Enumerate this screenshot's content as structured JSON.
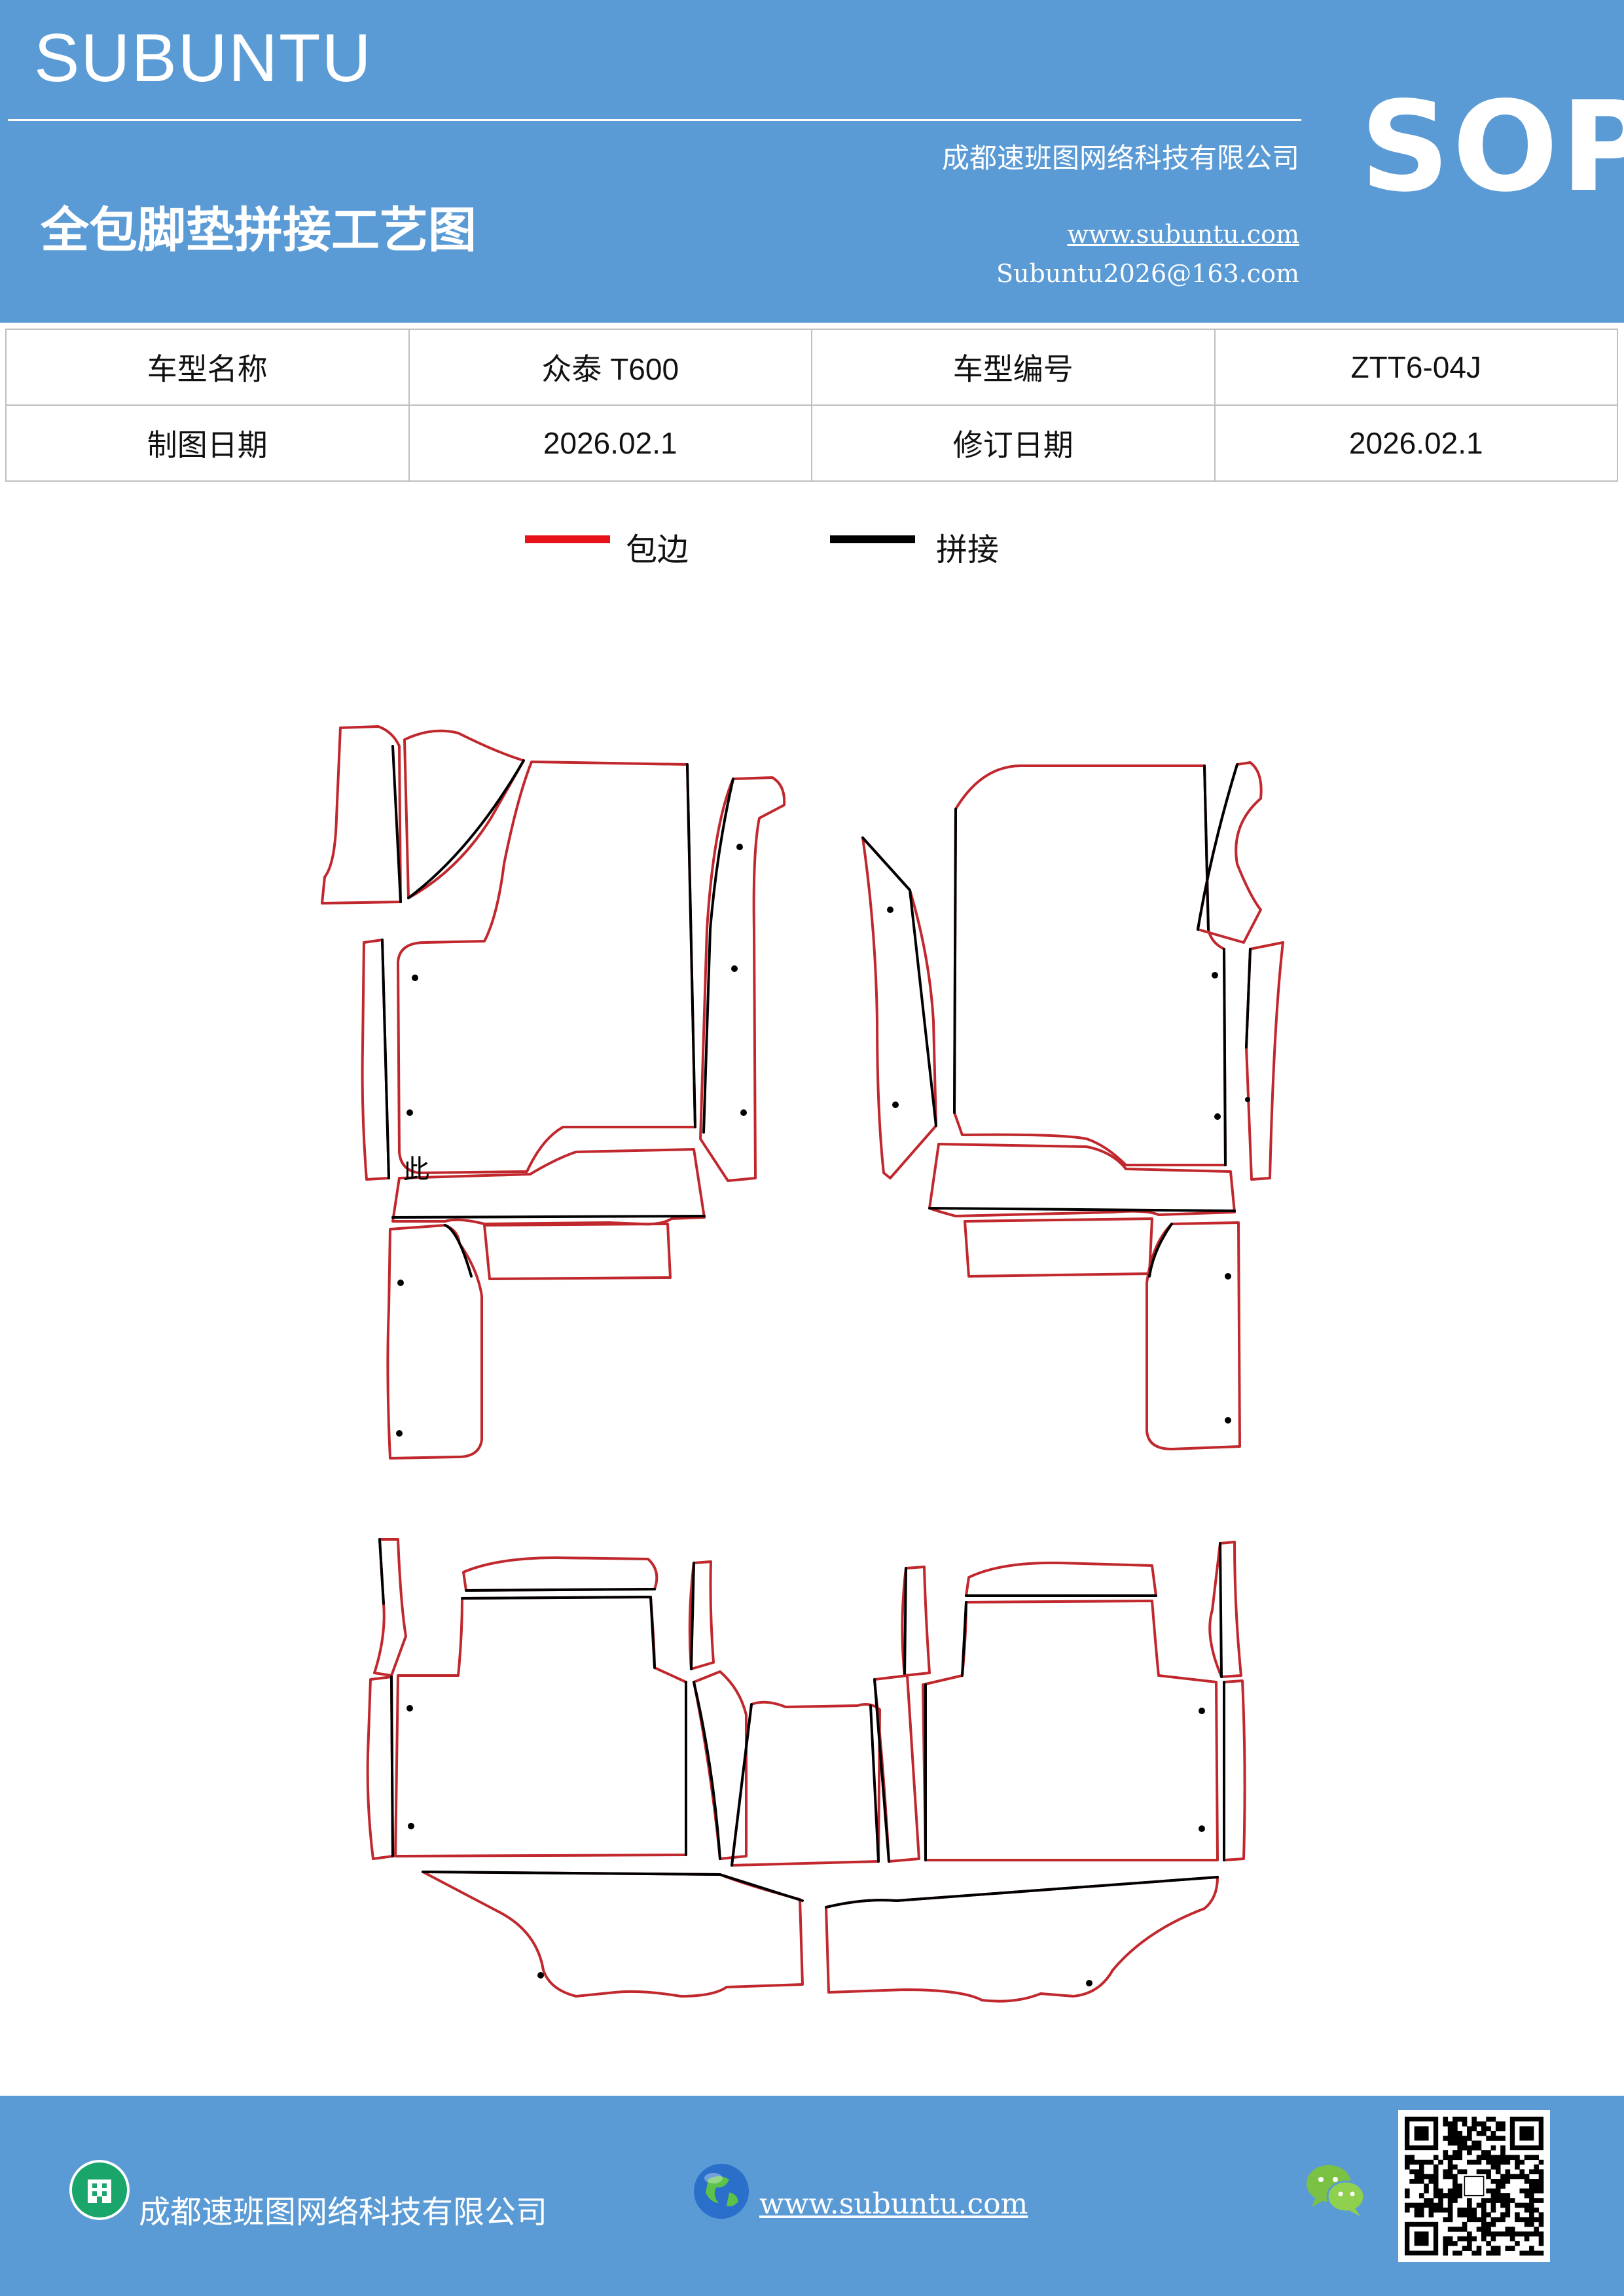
{
  "header": {
    "brand": "SUBUNTU",
    "company": "成都速班图网络科技有限公司",
    "title": "全包脚垫拼接工艺图",
    "website": "www.subuntu.com",
    "email": "Subuntu2026@163.com",
    "badge": "SOP"
  },
  "info_table": {
    "rows": [
      [
        "车型名称",
        "众泰 T600",
        "车型编号",
        "ZTT6-04J"
      ],
      [
        "制图日期",
        "2026.02.1",
        "修订日期",
        "2026.02.1"
      ]
    ]
  },
  "legend": {
    "items": [
      {
        "label": "包边",
        "color": "#e8121b"
      },
      {
        "label": "拼接",
        "color": "#000000"
      }
    ]
  },
  "drawing": {
    "mark_text": "此",
    "edge_color": "#c0282d",
    "seam_color": "#000000"
  },
  "footer": {
    "company": "成都速班图网络科技有限公司",
    "website": "www.subuntu.com ",
    "icons": [
      "building-icon",
      "globe-icon",
      "wechat-icon",
      "qr-code"
    ]
  },
  "colors": {
    "header_bg": "#5b9bd5",
    "table_border": "#bfbfbf"
  }
}
